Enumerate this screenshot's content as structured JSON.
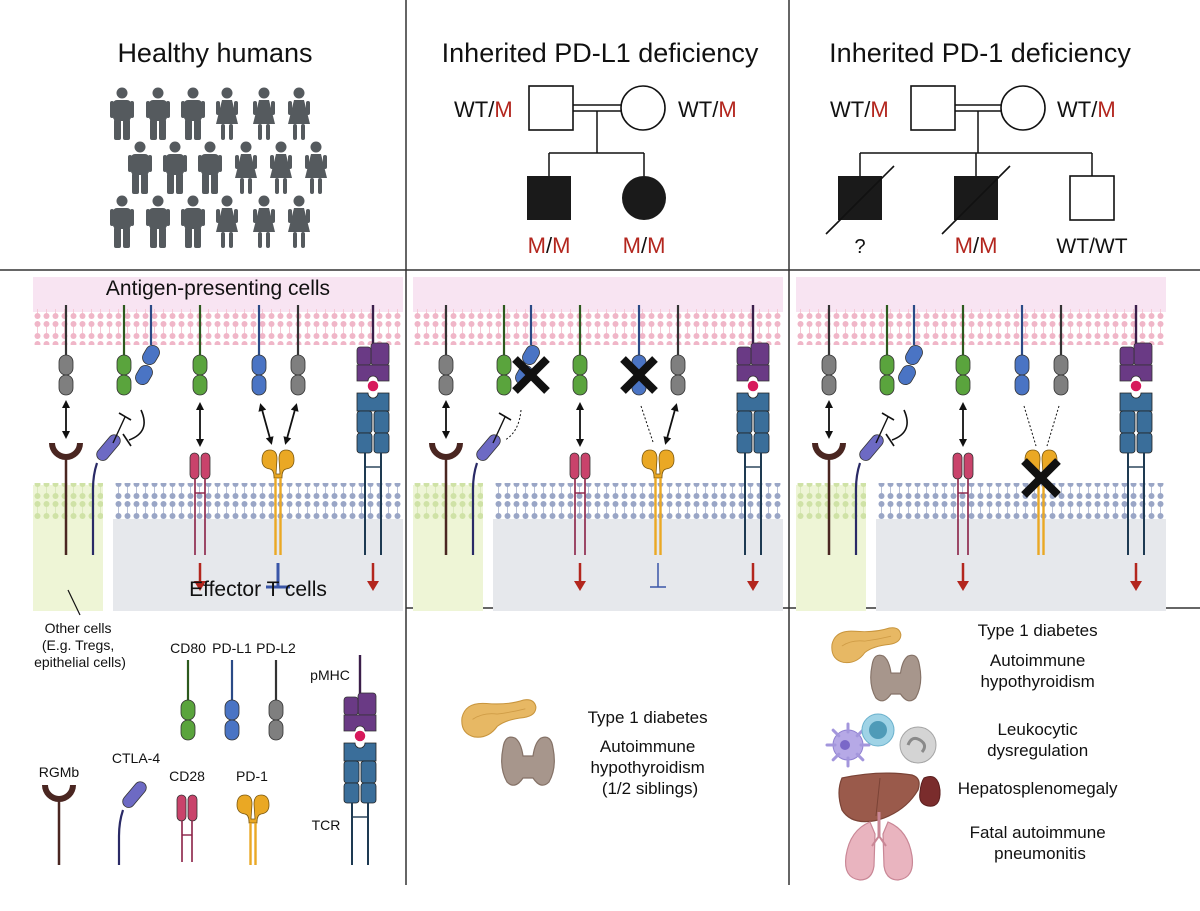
{
  "panels": {
    "healthy": {
      "title": "Healthy humans"
    },
    "pdl1": {
      "title": "Inherited PD-L1 deficiency",
      "parent_left": {
        "wt": "WT",
        "sep": "/",
        "m": "M"
      },
      "parent_right": {
        "wt": "WT",
        "sep": "/",
        "m": "M"
      },
      "child1": {
        "a": "M",
        "sep": "/",
        "b": "M"
      },
      "child2": {
        "a": "M",
        "sep": "/",
        "b": "M"
      }
    },
    "pd1": {
      "title": "Inherited PD-1 deficiency",
      "parent_left": {
        "wt": "WT",
        "sep": "/",
        "m": "M"
      },
      "parent_right": {
        "wt": "WT",
        "sep": "/",
        "m": "M"
      },
      "child1": "?",
      "child2": {
        "a": "M",
        "sep": "/",
        "b": "M"
      },
      "child3": "WT/WT"
    }
  },
  "membrane": {
    "apc_label": "Antigen-presenting cells",
    "effector_label": "Effector T cells",
    "other_cells": [
      "Other cells",
      "(E.g. Tregs,",
      "epithelial cells)"
    ]
  },
  "legend": {
    "cd80": "CD80",
    "pdl1": "PD-L1",
    "pdl2": "PD-L2",
    "pmhc": "pMHC",
    "rgmb": "RGMb",
    "ctla4": "CTLA-4",
    "cd28": "CD28",
    "pd1": "PD-1",
    "tcr": "TCR"
  },
  "phenotypes": {
    "pdl1": [
      "Type 1 diabetes",
      "Autoimmune",
      "hypothyroidism",
      "(1/2 siblings)"
    ],
    "pd1": [
      "Type 1 diabetes",
      "Autoimmune",
      "hypothyroidism",
      "Leukocytic",
      "dysregulation",
      "Hepatosplenomegaly",
      "Fatal autoimmune",
      "pneumonitis"
    ]
  },
  "colors": {
    "apc_band": "#f8e4f2",
    "effector_band": "#e6e8ec",
    "other_band": "#eef5d6",
    "cd80": "#5aa43d",
    "pdl1": "#4a74c4",
    "pdl2": "#7f7f7f",
    "cd28": "#c9436b",
    "pd1": "#eaa824",
    "rgmb": "#4a2621",
    "ctla4": "#6d6ac4",
    "tcr": "#3a6e9a",
    "pmhc": "#6a3a85",
    "arrow_red": "#b3261e",
    "inhibit_blue": "#3a56a8",
    "people": "#555a5e"
  }
}
